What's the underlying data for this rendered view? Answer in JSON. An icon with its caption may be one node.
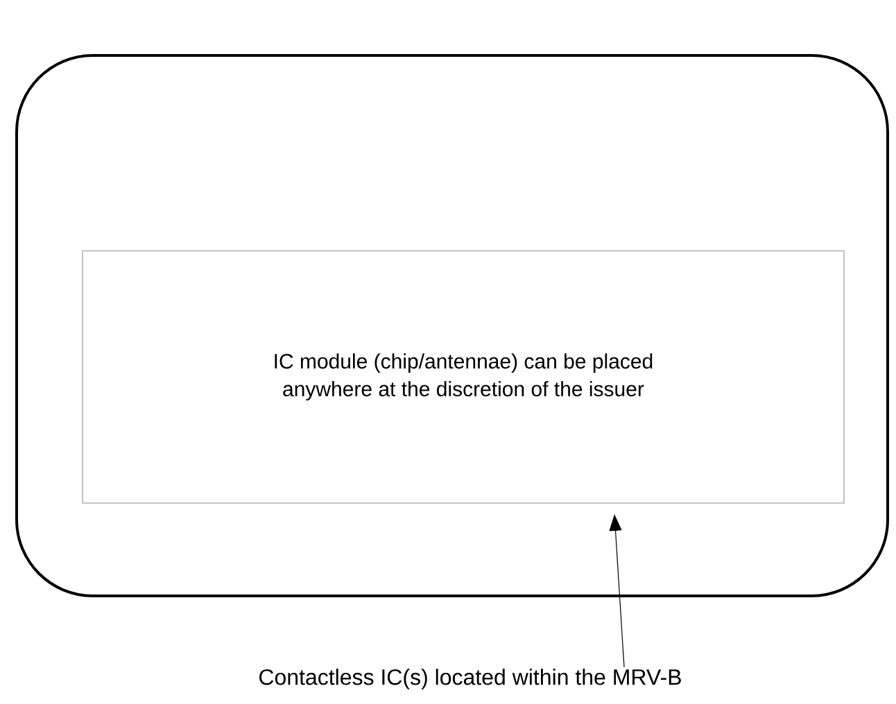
{
  "diagram": {
    "nodes": [
      {
        "text": [],
        "shape": "box"
      },
      {
        "text": [
          "IC module (chip/antennae) can be placed anywhere at the discretion of the issuer"
        ],
        "in": 0
      },
      {
        "text": [
          "Contactless IC(s) located within the MRV-B"
        ]
      }
    ],
    "edges": [
      {
        "from": 2,
        "to": 0,
        "arrow": "to"
      }
    ]
  }
}
